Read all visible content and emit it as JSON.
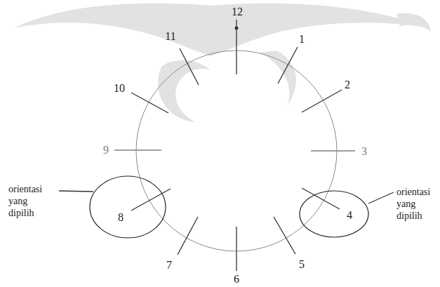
{
  "diagram": {
    "nodes": [
      {
        "text": [
          "8"
        ]
      },
      {
        "text": [
          "4"
        ]
      }
    ],
    "labels": [
      "12",
      "1",
      "2",
      "3",
      "5",
      "6",
      "7",
      "9",
      "10",
      "11",
      "orientasi yang dipilih",
      "orientasi yang dipilih"
    ]
  }
}
